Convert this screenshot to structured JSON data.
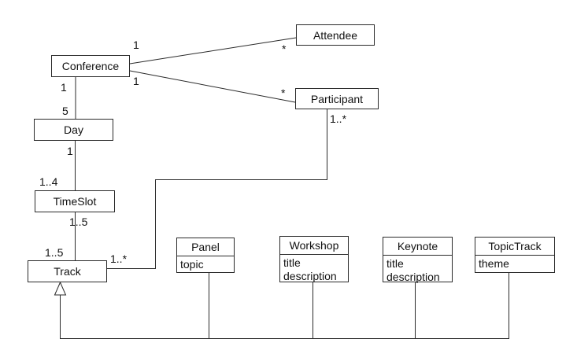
{
  "diagram": {
    "kind": "UML class diagram",
    "background": "#ffffff",
    "line_color": "#2a2a2a",
    "text_color": "#111111",
    "box_fill": "#ffffff",
    "classes": [
      {
        "name": "Conference",
        "attributes": []
      },
      {
        "name": "Attendee",
        "attributes": []
      },
      {
        "name": "Participant",
        "attributes": []
      },
      {
        "name": "Day",
        "attributes": []
      },
      {
        "name": "TimeSlot",
        "attributes": []
      },
      {
        "name": "Track",
        "attributes": []
      },
      {
        "name": "Panel",
        "attributes": [
          "topic"
        ]
      },
      {
        "name": "Workshop",
        "attributes": [
          "title",
          "description"
        ]
      },
      {
        "name": "Keynote",
        "attributes": [
          "title",
          "description"
        ]
      },
      {
        "name": "TopicTrack",
        "attributes": [
          "theme"
        ]
      }
    ],
    "associations": [
      {
        "from": "Conference",
        "to": "Attendee",
        "from_mult": "1",
        "to_mult": "*"
      },
      {
        "from": "Conference",
        "to": "Participant",
        "from_mult": "1",
        "to_mult": "*"
      },
      {
        "from": "Conference",
        "to": "Day",
        "from_mult": "1",
        "to_mult": "5"
      },
      {
        "from": "Day",
        "to": "TimeSlot",
        "from_mult": "1",
        "to_mult": "1..4"
      },
      {
        "from": "TimeSlot",
        "to": "Track",
        "from_mult": "1..5",
        "to_mult": "1..5"
      },
      {
        "from": "Track",
        "to": "Participant",
        "from_mult": "1..*",
        "to_mult": "1..*"
      }
    ],
    "generalization": {
      "parent": "Track",
      "children": [
        "Panel",
        "Workshop",
        "Keynote",
        "TopicTrack"
      ]
    }
  }
}
